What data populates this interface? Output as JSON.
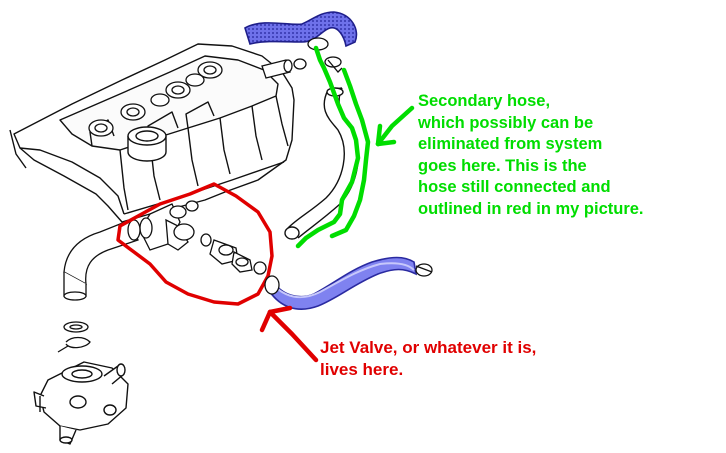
{
  "annotations": {
    "secondary_hose": {
      "color": "#00dd00",
      "lines": [
        "Secondary hose,",
        "which possibly can be",
        "eliminated from system",
        "goes here. This is the",
        "hose still connected and",
        "outlined in red in my picture."
      ]
    },
    "jet_valve": {
      "color": "#e00000",
      "lines": [
        "Jet Valve, or whatever it is,",
        "lives here."
      ]
    }
  },
  "colors": {
    "line_art": "#111111",
    "hose_highlight": "#3b3bdc",
    "hose_fill": "#7f82f0"
  }
}
